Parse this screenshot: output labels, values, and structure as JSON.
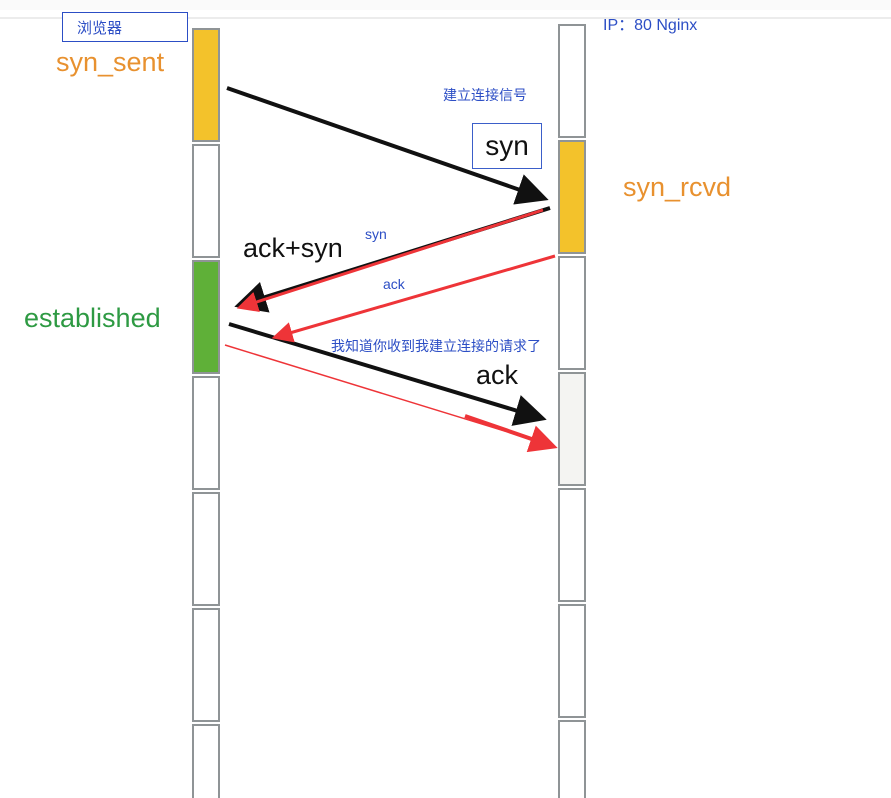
{
  "client": {
    "label": "浏览器",
    "state_sent": "syn_sent",
    "state_established": "established"
  },
  "server": {
    "label": "IP：80 Nginx",
    "state_rcvd": "syn_rcvd"
  },
  "messages": {
    "connect_signal": "建立连接信号",
    "syn_box": "syn",
    "ack_syn": "ack+syn",
    "syn_small": "syn",
    "ack_small": "ack",
    "confirm_note": "我知道你收到我建立连接的请求了",
    "ack_big": "ack"
  },
  "colors": {
    "syn_sent": "#e8912f",
    "syn_rcvd": "#e8912f",
    "established": "#2e9a43",
    "yellow_segment": "#f3c22b",
    "green_segment": "#5fb038",
    "light_segment": "#f4f4f2",
    "blue_text": "#2c4ec5",
    "red_arrow": "#ee3438",
    "black_arrow": "#111111",
    "timeline_border": "#8f9496"
  }
}
